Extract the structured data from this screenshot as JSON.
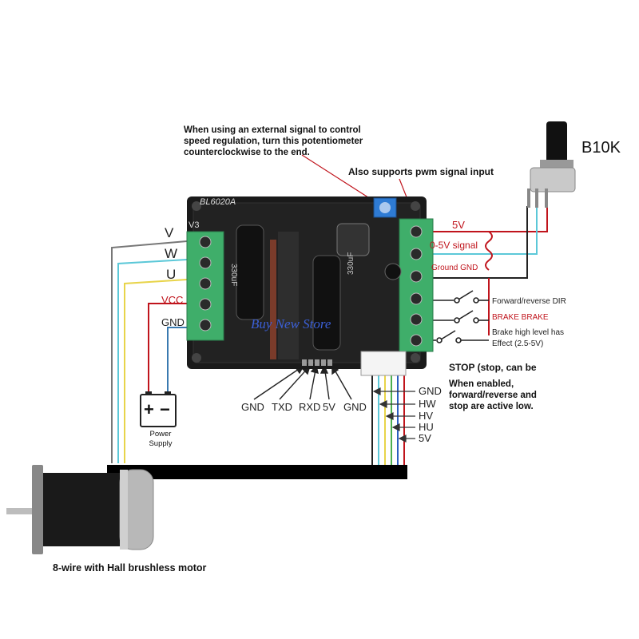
{
  "notes": {
    "external_signal": "When using an external signal to control speed regulation, turn this potentiometer counterclockwise to the end.",
    "pwm": "Also supports pwm signal input",
    "stop_active_low": "When enabled, forward/reverse and stop are active low."
  },
  "potentiometer": {
    "label": "B10K"
  },
  "board": {
    "model": "BL6020A",
    "version": "V3",
    "capacitor_marking": "330uF",
    "watermark": "Buy New Store"
  },
  "motor_terminals": [
    "V",
    "W",
    "U",
    "VCC",
    "GND"
  ],
  "control_terminals": {
    "v5": "5V",
    "signal": "0-5V signal",
    "ground": "Ground GND",
    "dir": "Forward/reverse DIR",
    "brake": "BRAKE BRAKE",
    "brake_note": "Brake high level has Effect (2.5-5V)",
    "stop": "STOP (stop, can be"
  },
  "serial_pins": [
    "GND",
    "TXD",
    "RXD",
    "5V",
    "GND"
  ],
  "hall_pins": [
    "GND",
    "HW",
    "HV",
    "HU",
    "5V"
  ],
  "power_supply": {
    "label": "Power Supply",
    "plus": "+",
    "minus": "−"
  },
  "motor": {
    "label": "8-wire with Hall brushless motor"
  },
  "colors": {
    "terminal_green": "#3fae6a",
    "pcb_black": "#1a1a1a",
    "wire_red": "#c0141c",
    "wire_cyan": "#5cc8d8",
    "wire_yellow": "#e8d44a",
    "wire_green": "#4caf50",
    "wire_blue": "#2b5fc0"
  }
}
